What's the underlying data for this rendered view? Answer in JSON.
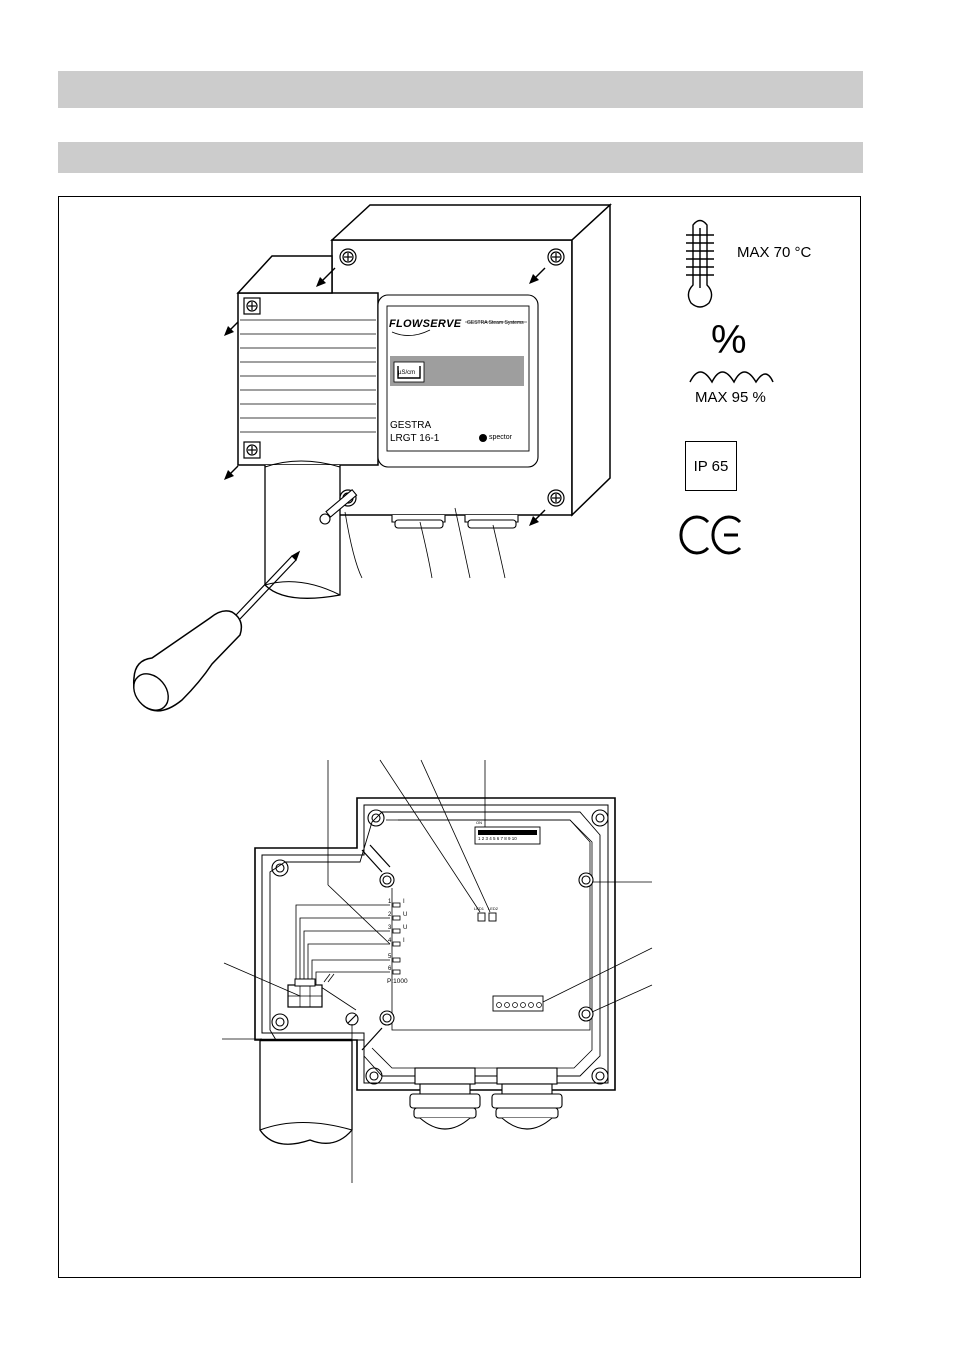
{
  "header": {
    "bar1_text": "",
    "bar2_text": ""
  },
  "specs": {
    "temperature": "MAX 70 °C",
    "humidity_symbol": "%",
    "humidity": "MAX 95 %",
    "protection": "IP 65"
  },
  "device": {
    "brand": "FLOWSERVE",
    "brand_sub": "GESTRA Steam Systems",
    "line1": "GESTRA",
    "line2": "LRGT 16-1",
    "maker": "spector",
    "display_unit": "µS/cm"
  },
  "terminals": {
    "t1": "1",
    "t1s": "I",
    "t2": "2",
    "t2s": "U",
    "t3": "3",
    "t3s": "U",
    "t4": "4",
    "t4s": "I",
    "t5": "5",
    "t6": "6",
    "code": "P:1000",
    "on": "ON",
    "dip": "1 2 3 4 5 6 7 8 9 10",
    "led1": "LED1",
    "led2": "LED2"
  },
  "icons": [
    "thermometer-icon",
    "humidity-icon",
    "ce-mark-icon",
    "screwdriver-icon"
  ]
}
